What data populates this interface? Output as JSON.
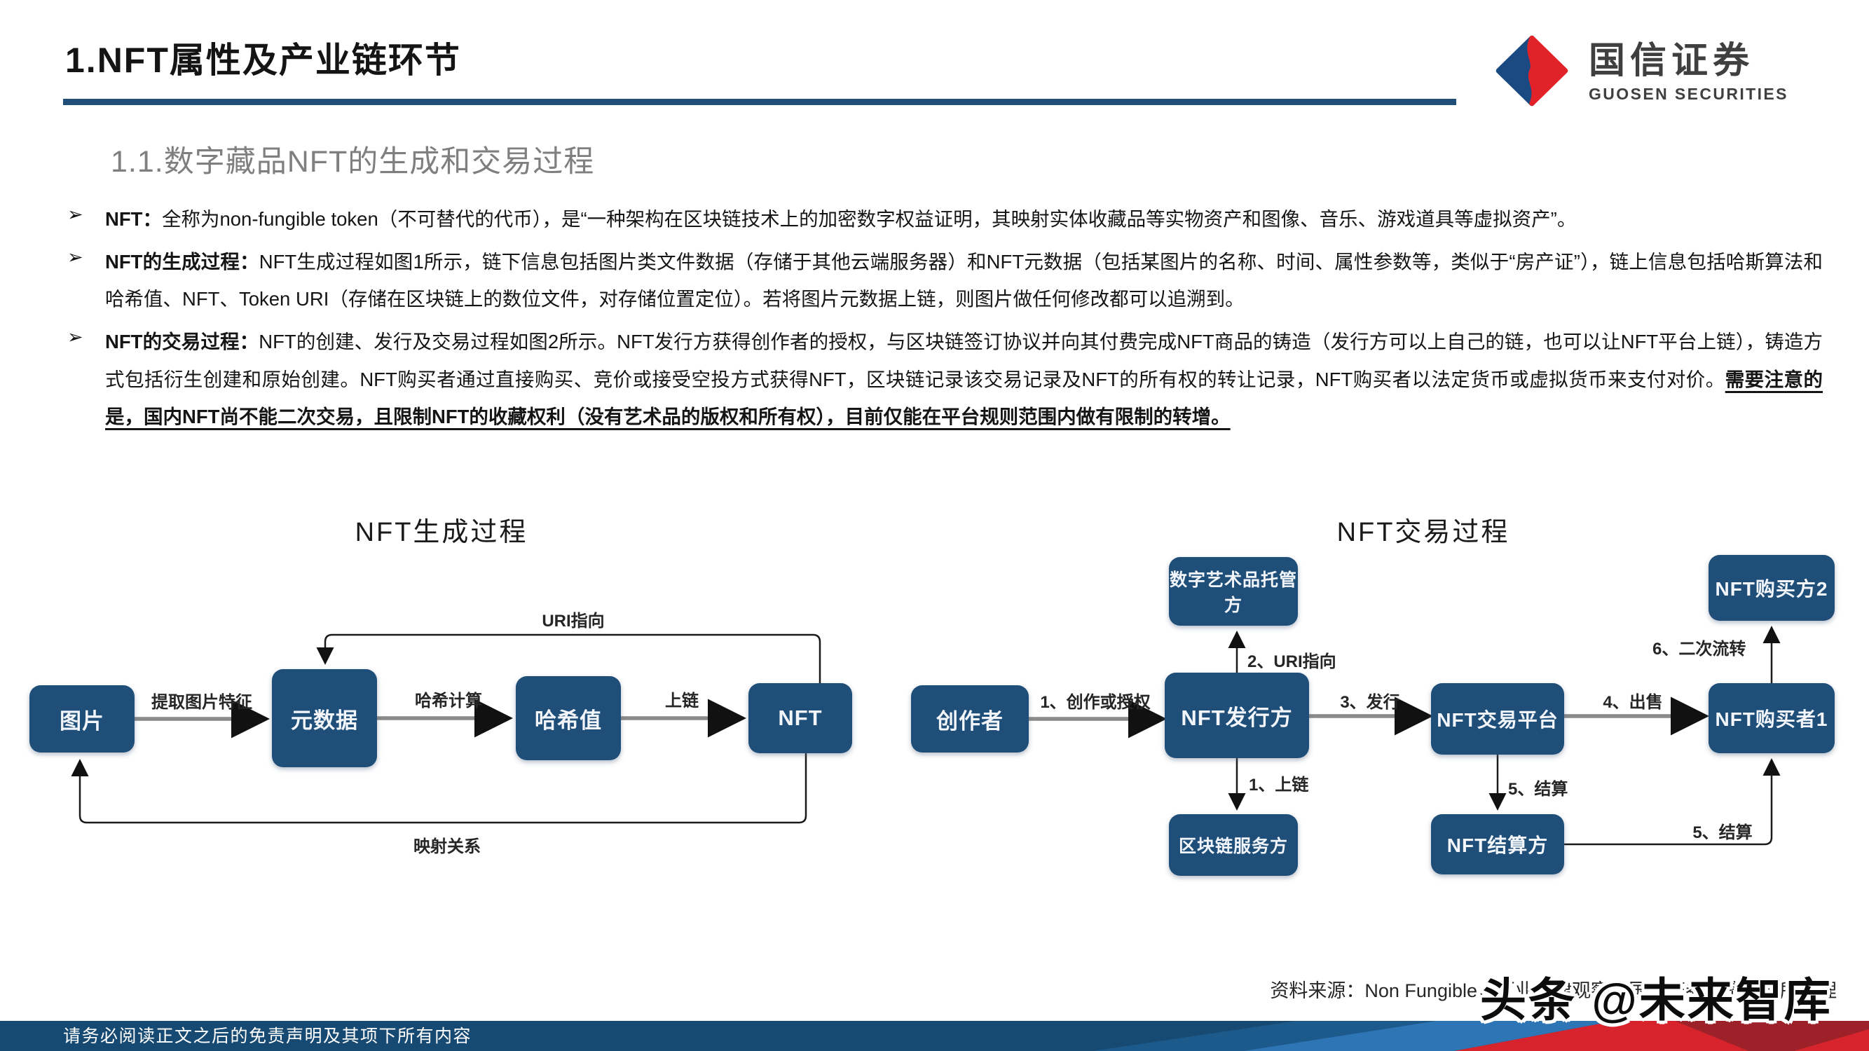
{
  "header": {
    "title": "1.NFT属性及产业链环节",
    "subtitle": "1.1.数字藏品NFT的生成和交易过程",
    "logo": {
      "cn": "国信证券",
      "en": "GUOSEN SECURITIES"
    }
  },
  "bullet_marker": "➢",
  "bullets": [
    {
      "label": "NFT：",
      "text": "全称为non-fungible token（不可替代的代币），是“一种架构在区块链技术上的加密数字权益证明，其映射实体收藏品等实物资产和图像、音乐、游戏道具等虚拟资产”。",
      "emphasis": ""
    },
    {
      "label": "NFT的生成过程：",
      "text": "NFT生成过程如图1所示，链下信息包括图片类文件数据（存储于其他云端服务器）和NFT元数据（包括某图片的名称、时间、属性参数等，类似于“房产证”），链上信息包括哈斯算法和哈希值、NFT、Token URI（存储在区块链上的数位文件，对存储位置定位）。若将图片元数据上链，则图片做任何修改都可以追溯到。",
      "emphasis": ""
    },
    {
      "label": "NFT的交易过程：",
      "text": "NFT的创建、发行及交易过程如图2所示。NFT发行方获得创作者的授权，与区块链签订协议并向其付费完成NFT商品的铸造（发行方可以上自己的链，也可以让NFT平台上链），铸造方式包括衍生创建和原始创建。NFT购买者通过直接购买、竞价或接受空投方式获得NFT，区块链记录该交易记录及NFT的所有权的转让记录，NFT购买者以法定货币或虚拟货币来支付对价。",
      "emphasis": "需要注意的是，国内NFT尚不能二次交易，且限制NFT的收藏权利（没有艺术品的版权和所有权），目前仅能在平台规则范围内做有限制的转增。"
    }
  ],
  "figure1": {
    "title": "NFT生成过程",
    "nodes": [
      {
        "label": "图片"
      },
      {
        "label": "元数据"
      },
      {
        "label": "哈希值"
      },
      {
        "label": "NFT"
      }
    ],
    "edges": [
      {
        "from": "图片",
        "to": "元数据",
        "label": "提取图片特征"
      },
      {
        "from": "元数据",
        "to": "哈希值",
        "label": "哈希计算"
      },
      {
        "from": "哈希值",
        "to": "NFT",
        "label": "上链"
      },
      {
        "from": "NFT",
        "to": "元数据",
        "label": "URI指向"
      },
      {
        "from": "NFT",
        "to": "图片",
        "label": "映射关系"
      }
    ]
  },
  "figure2": {
    "title": "NFT交易过程",
    "nodes": [
      {
        "label": "创作者"
      },
      {
        "label": "NFT发行方"
      },
      {
        "label": "数字艺术品托管方"
      },
      {
        "label": "区块链服务方"
      },
      {
        "label": "NFT交易平台"
      },
      {
        "label": "NFT结算方"
      },
      {
        "label": "NFT购买者1"
      },
      {
        "label": "NFT购买方2"
      }
    ],
    "edges": [
      {
        "from": "创作者",
        "to": "NFT发行方",
        "label": "1、创作或授权"
      },
      {
        "from": "NFT发行方",
        "to": "数字艺术品托管方",
        "label": "2、URI指向"
      },
      {
        "from": "NFT发行方",
        "to": "区块链服务方",
        "label": "1、上链"
      },
      {
        "from": "NFT发行方",
        "to": "NFT交易平台",
        "label": "3、发行"
      },
      {
        "from": "NFT交易平台",
        "to": "NFT购买者1",
        "label": "4、出售"
      },
      {
        "from": "NFT交易平台",
        "to": "NFT结算方",
        "label": "5、结算"
      },
      {
        "from": "NFT结算方",
        "to": "NFT购买者1",
        "label": "5、结算"
      },
      {
        "from": "NFT购买者1",
        "to": "NFT购买方2",
        "label": "6、二次流转"
      }
    ]
  },
  "footer": {
    "source": "资料来源：Non Fungible，汇业法律观察，国信证券经济研究所整理",
    "watermark": "头条 @未来智库",
    "disclaimer": "请务必阅读正文之后的免责声明及其项下所有内容"
  },
  "colors": {
    "accent_navy": "#1f4e79",
    "node_fill": "#1f4e79",
    "logo_blue": "#1b4a82",
    "logo_red": "#e12329",
    "band_navy": "#174a73",
    "band_blue": "#2e75b6",
    "band_red": "#d7242c",
    "band_dark_red": "#9c2129"
  }
}
